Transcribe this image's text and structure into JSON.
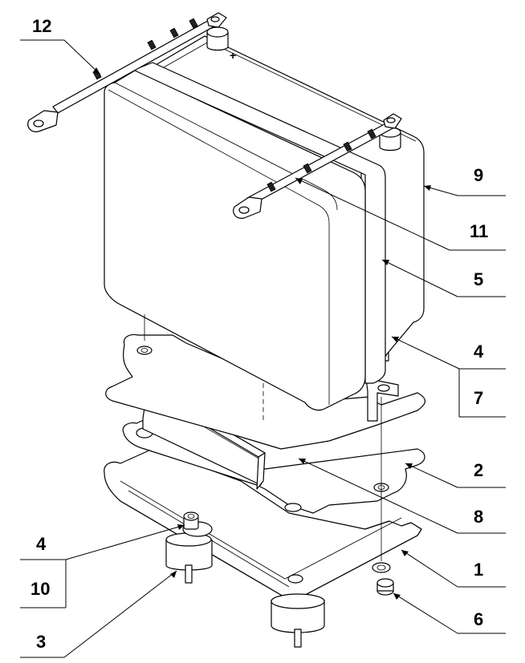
{
  "callouts": {
    "c12": "12",
    "c9": "9",
    "c11": "11",
    "c5": "5",
    "c4_right": "4",
    "c7": "7",
    "c2": "2",
    "c8": "8",
    "c1": "1",
    "c6": "6",
    "c4_left": "4",
    "c10": "10",
    "c3": "3"
  },
  "symbols": {
    "plus_mark": "+"
  },
  "colors": {
    "line": "#000000",
    "background": "#ffffff"
  }
}
